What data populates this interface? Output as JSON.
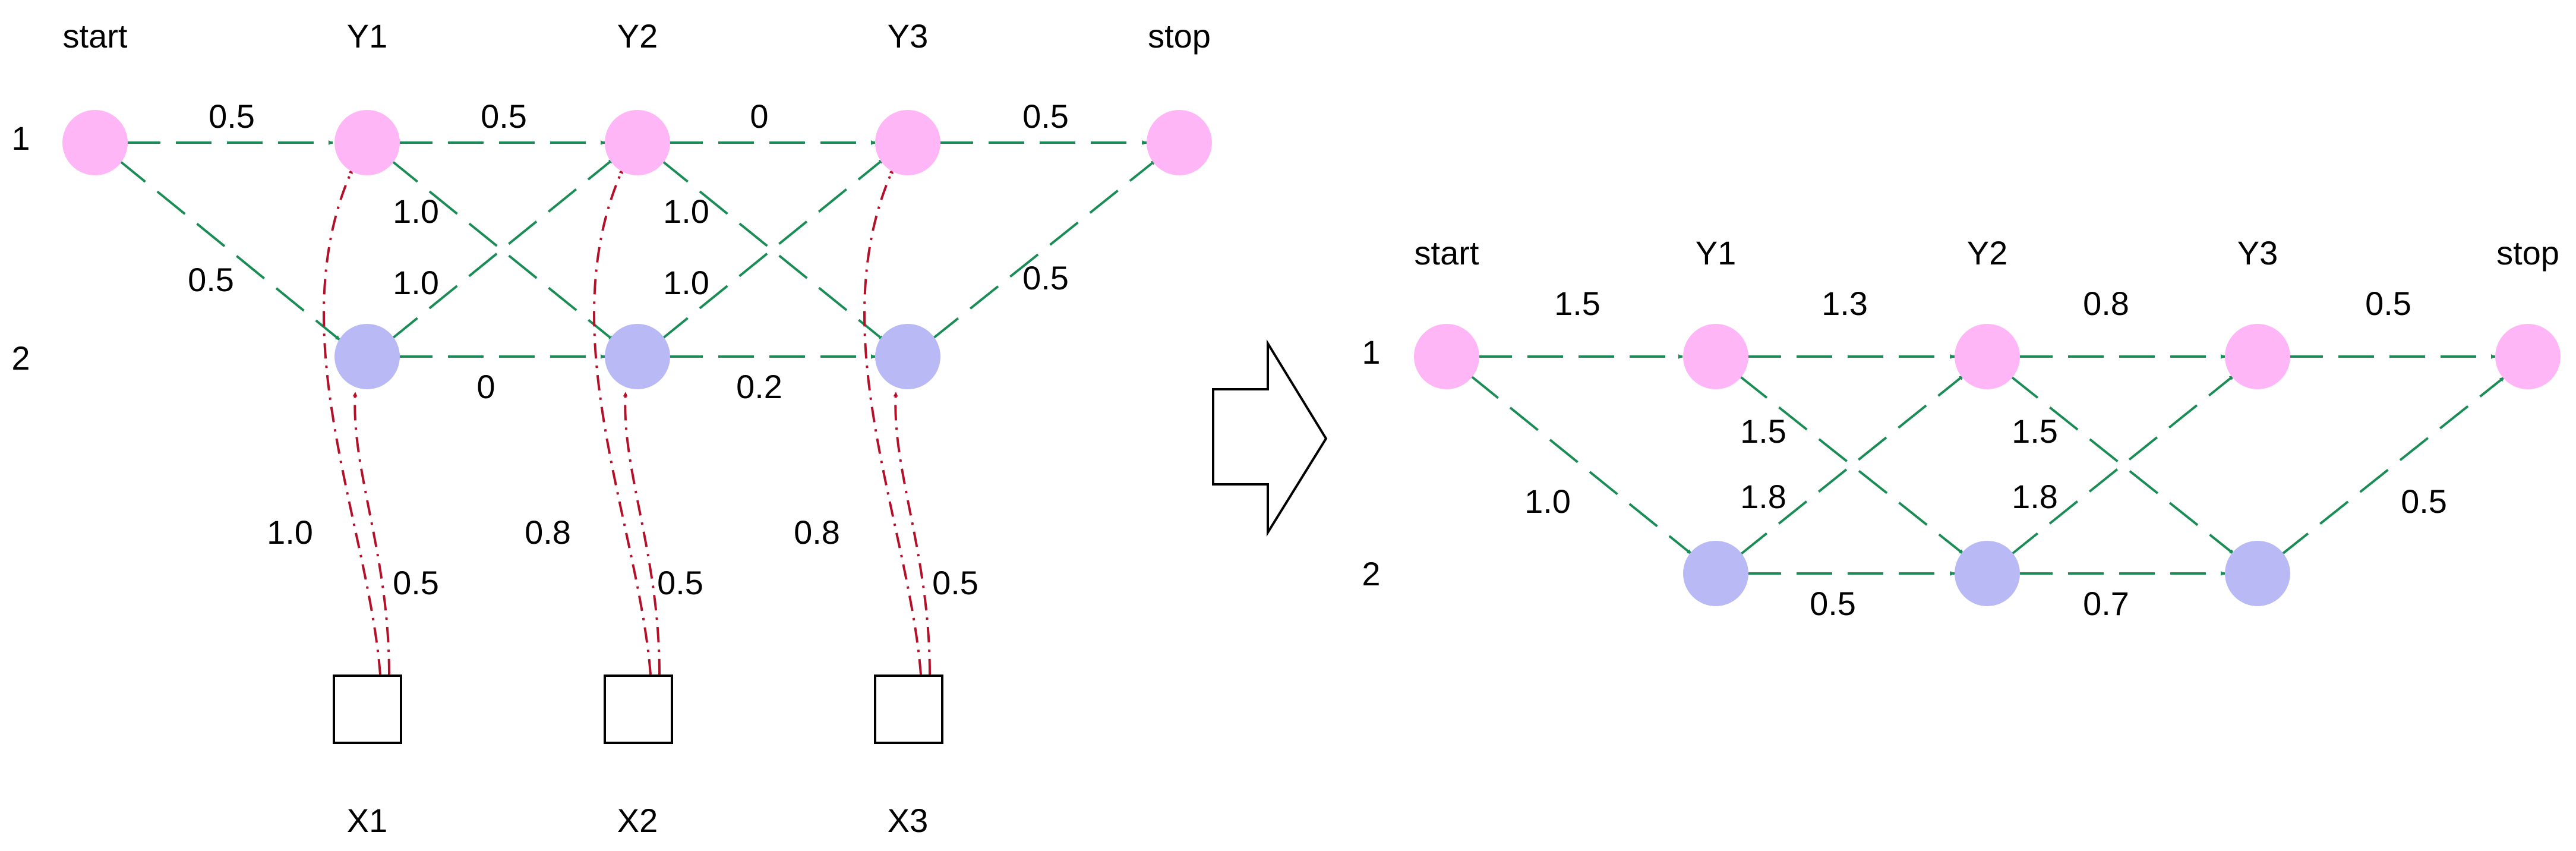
{
  "colors": {
    "state_1": "#ffb6f7",
    "state_2": "#b9baf5",
    "transition": "#1a8c55",
    "emission": "#b3102a"
  },
  "left": {
    "columns": [
      "start",
      "Y1",
      "Y2",
      "Y3",
      "stop"
    ],
    "rows": [
      "1",
      "2"
    ],
    "observations": [
      "X1",
      "X2",
      "X3"
    ],
    "transition_weights": {
      "start_1_to_y1_1": "0.5",
      "start_1_to_y1_2": "0.5",
      "y1_1_to_y2_1": "0.5",
      "y1_1_to_y2_2": "1.0",
      "y1_2_to_y2_1": "1.0",
      "y1_2_to_y2_2": "0",
      "y2_1_to_y3_1": "0",
      "y2_1_to_y3_2": "1.0",
      "y2_2_to_y3_1": "1.0",
      "y2_2_to_y3_2": "0.2",
      "y3_1_to_stop": "0.5",
      "y3_2_to_stop": "0.5"
    },
    "emission_weights": {
      "x1_to_y1_1": "1.0",
      "x1_to_y1_2": "0.5",
      "x2_to_y2_1": "0.8",
      "x2_to_y2_2": "0.5",
      "x3_to_y3_1": "0.8",
      "x3_to_y3_2": "0.5"
    }
  },
  "right": {
    "columns": [
      "start",
      "Y1",
      "Y2",
      "Y3",
      "stop"
    ],
    "rows": [
      "1",
      "2"
    ],
    "transition_weights": {
      "start_1_to_y1_1": "1.5",
      "start_1_to_y1_2": "1.0",
      "y1_1_to_y2_1": "1.3",
      "y1_1_to_y2_2": "1.5",
      "y1_2_to_y2_1": "1.8",
      "y1_2_to_y2_2": "0.5",
      "y2_1_to_y3_1": "0.8",
      "y2_1_to_y3_2": "1.5",
      "y2_2_to_y3_1": "1.8",
      "y2_2_to_y3_2": "0.7",
      "y3_1_to_stop": "0.5",
      "y3_2_to_stop": "0.5"
    }
  }
}
